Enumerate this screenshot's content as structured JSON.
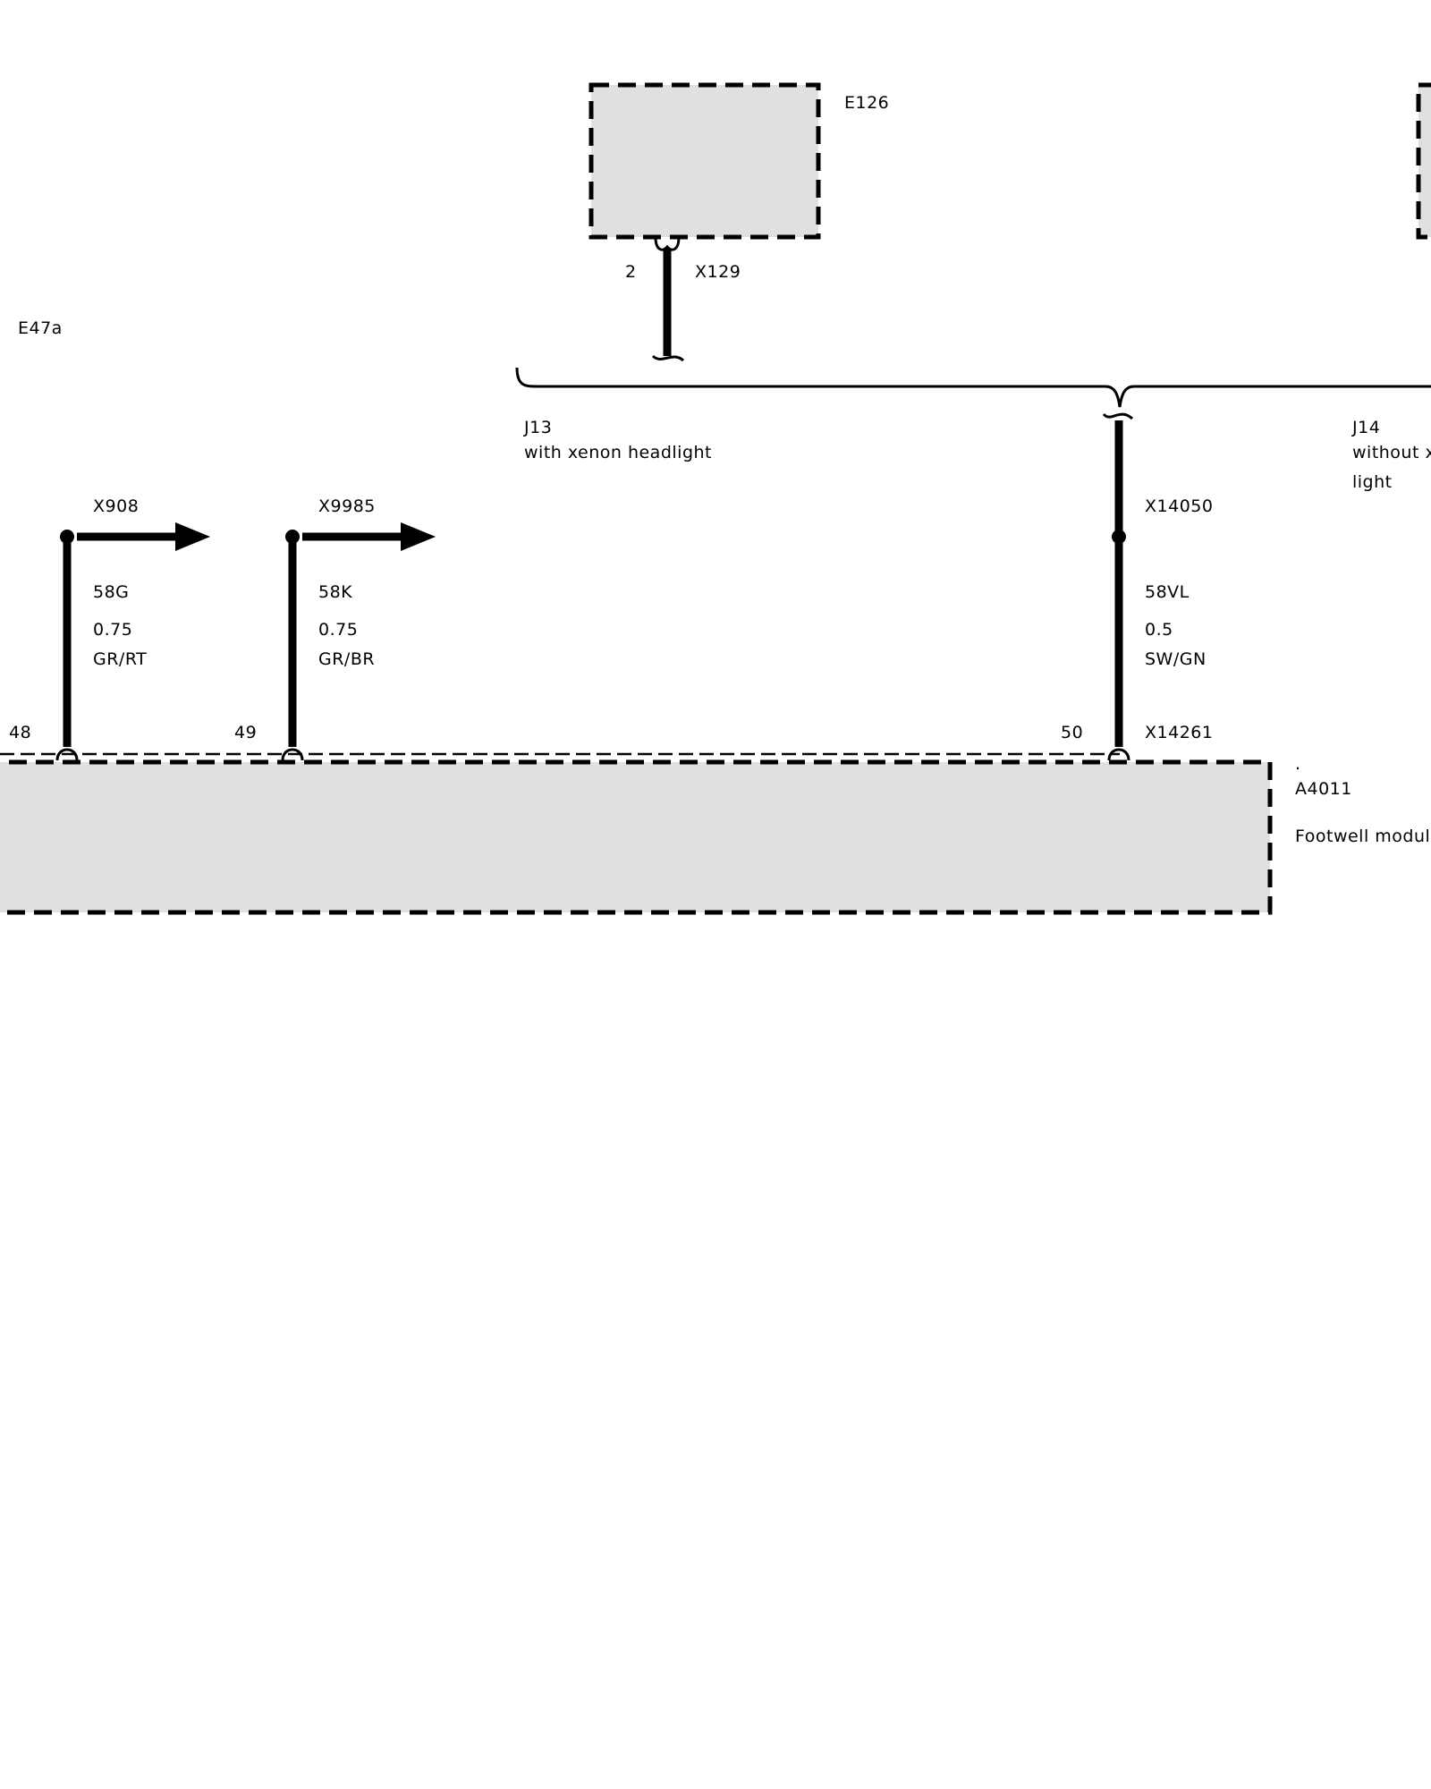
{
  "components": {
    "e126": {
      "id": "E126"
    },
    "e47a": {
      "id": "E47a"
    },
    "a4011": {
      "id": "A4011",
      "dot": ".",
      "name": "Footwell module"
    }
  },
  "connectors": {
    "x129": {
      "id": "X129",
      "pin": "2"
    },
    "x14261": {
      "id": "X14261"
    }
  },
  "junctions": {
    "j13": {
      "id": "J13",
      "desc": "with xenon headlight"
    },
    "j14": {
      "id": "J14",
      "desc_line1": "without x",
      "desc_line2": "light"
    }
  },
  "wires": [
    {
      "pin": "48",
      "connector": "X908",
      "signal": "58G",
      "size": "0.75",
      "color": "GR/RT"
    },
    {
      "pin": "49",
      "connector": "X9985",
      "signal": "58K",
      "size": "0.75",
      "color": "GR/BR"
    },
    {
      "pin": "50",
      "connector": "X14050",
      "signal": "58VL",
      "size": "0.5",
      "color": "SW/GN"
    }
  ]
}
